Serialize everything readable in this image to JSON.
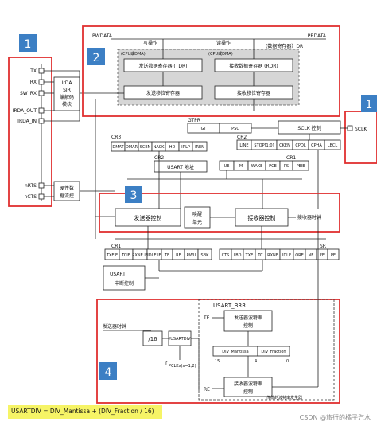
{
  "colors": {
    "annotation_red": "#e03030",
    "badge_blue": "#3c7fc4",
    "formula_highlight": "#f6f466",
    "shaded_block": "#d6d6d6"
  },
  "badges": [
    "1",
    "2",
    "3",
    "4",
    "1"
  ],
  "pins_left": [
    "TX",
    "RX",
    "SW_RX",
    "IRDA_OUT",
    "IRDA_IN",
    "nRTS",
    "nCTS"
  ],
  "pin_right": "SCLK",
  "irda_block": [
    "IrDA",
    "SIR",
    "编解码",
    "模块"
  ],
  "flow_block": [
    "硬件数",
    "据流控"
  ],
  "bus": {
    "pwdata": "PWDATA",
    "prdata": "PRDATA",
    "write_op": "写操作",
    "read_op": "读操作",
    "data_reg_note": "(数据寄存器）DR",
    "cpu_dma_1": "(CPU或DMA)",
    "cpu_dma_2": "(CPU或DMA)"
  },
  "regs": {
    "tdr": "发送数据寄存器 (TDR)",
    "rdr": "接收数据寄存器 (RDR)",
    "tx_shift": "发送移位寄存器",
    "rx_shift": "接收移位寄存器"
  },
  "gtpr": {
    "title": "GTPR",
    "gt": "GT",
    "psc": "PSC"
  },
  "sclk_ctrl": "SCLK 控制",
  "cr2": {
    "title": "CR2",
    "bits": [
      "LINE",
      "STOP[1:0]",
      "CKEN",
      "CPOL",
      "CPHA",
      "LBCL"
    ]
  },
  "cr3": {
    "title": "CR3",
    "bits": [
      "DMAT",
      "DMAR",
      "SCEN",
      "NACK",
      "HD",
      "IRLP",
      "IREN"
    ]
  },
  "cr2_addr": {
    "title": "CR2",
    "label": "USART 地址"
  },
  "cr1_top": {
    "title": "CR1",
    "bits": [
      "UE",
      "M",
      "WAKE",
      "PCE",
      "PS",
      "PEIE"
    ]
  },
  "ctrl": {
    "tx": "发送器控制",
    "wake_1": "唤醒",
    "wake_2": "单元",
    "rx": "接收器控制",
    "rx_clock": "接收器时钟"
  },
  "cr1_bottom": {
    "title": "CR1",
    "bits": [
      "TXEIE",
      "TCIE",
      "RXNE IE",
      "IDLE IE",
      "TE",
      "RE",
      "RWU",
      "SBK"
    ]
  },
  "sr": {
    "title": "SR",
    "bits": [
      "CTS",
      "LBD",
      "TXE",
      "TC",
      "RXNE",
      "IDLE",
      "ORE",
      "NE",
      "FE",
      "PE"
    ]
  },
  "int_ctrl": {
    "title": "USART",
    "label": "中断控制"
  },
  "baud": {
    "tx_clock": "发送器时钟",
    "div16": "/16",
    "div_usartdiv": "/USARTDIV",
    "fpclk": "f",
    "fpclk_sub": "PCLKx(x=1,2)",
    "brr_title": "USART_BRR",
    "te": "TE",
    "re": "RE",
    "tx_rate_1": "发送器波特率",
    "tx_rate_2": "控制",
    "mantissa": "DIV_Mantissa",
    "fraction": "DIV_Fraction",
    "n15": "15",
    "n4": "4",
    "n0": "0",
    "rx_rate_1": "接收器波特率",
    "rx_rate_2": "控制",
    "gen_note": "传统的波特率发生器"
  },
  "formula": "USARTDIV = DIV_Mantissa + (DIV_Fraction / 16)",
  "watermark": "CSDN @旅行的橘子汽水"
}
